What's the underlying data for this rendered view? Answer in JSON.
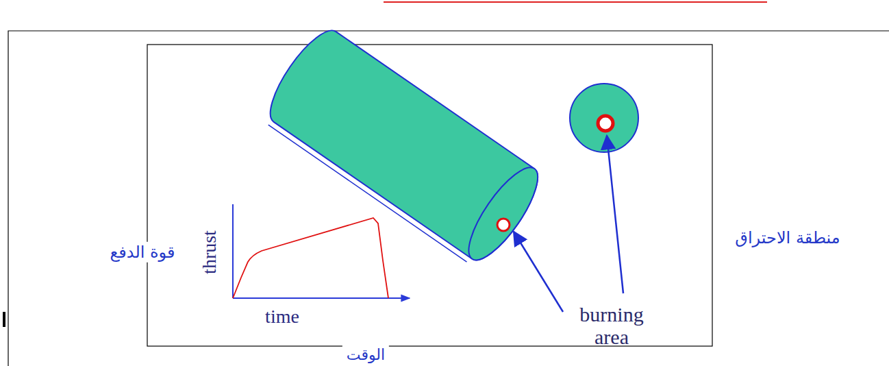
{
  "diagram": {
    "labels": [
      "thrust",
      "time",
      "burning area",
      "قوة الدفع",
      "الوقت",
      "منطقة الاحتراق"
    ]
  }
}
